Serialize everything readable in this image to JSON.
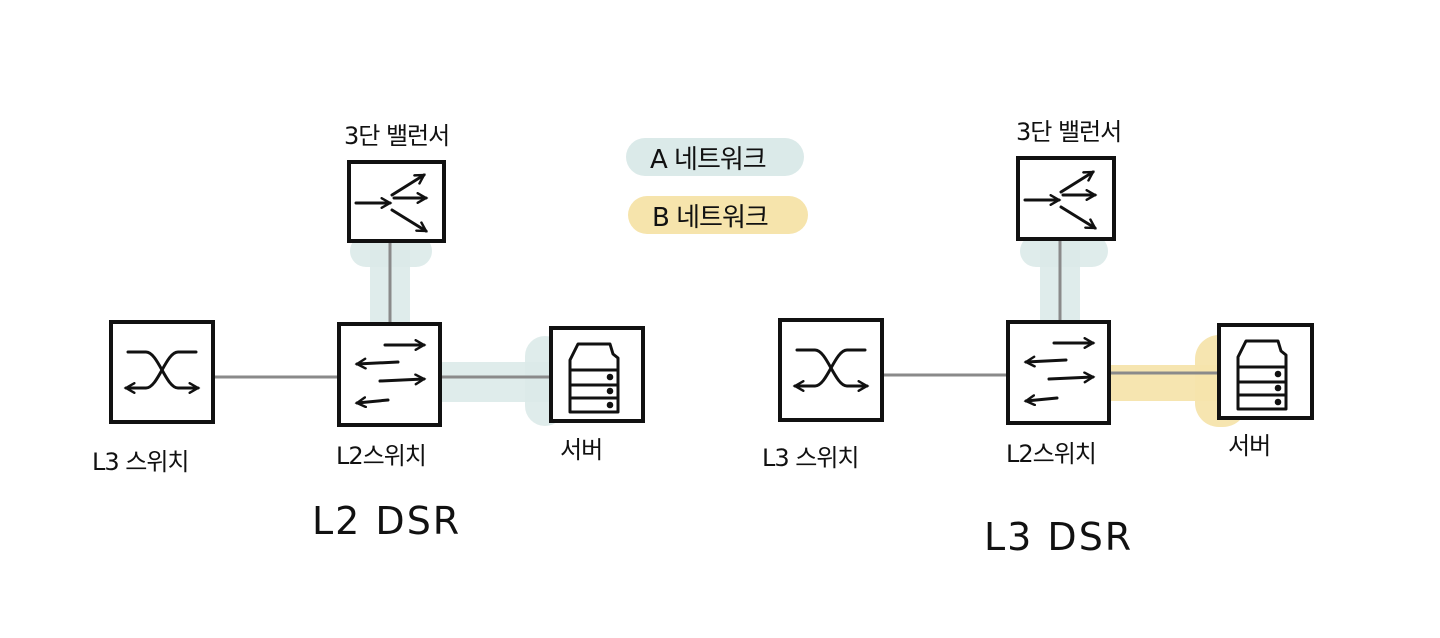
{
  "colors": {
    "a_network": "#dbeae9",
    "b_network": "#f6e4ac",
    "device_border": "#111111",
    "link": "#8a8a8a"
  },
  "legend": {
    "a_label": "A 네트워크",
    "b_label": "B 네트워크"
  },
  "diagrams": [
    {
      "title": "L2  DSR",
      "load_balancer_label": "3단 밸런서",
      "l3_switch_label": "L3 스위치",
      "l2_switch_label": "L2스위치",
      "server_label": "서버"
    },
    {
      "title": "L3  DSR",
      "load_balancer_label": "3단 밸런서",
      "l3_switch_label": "L3 스위치",
      "l2_switch_label": "L2스위치",
      "server_label": "서버"
    }
  ]
}
